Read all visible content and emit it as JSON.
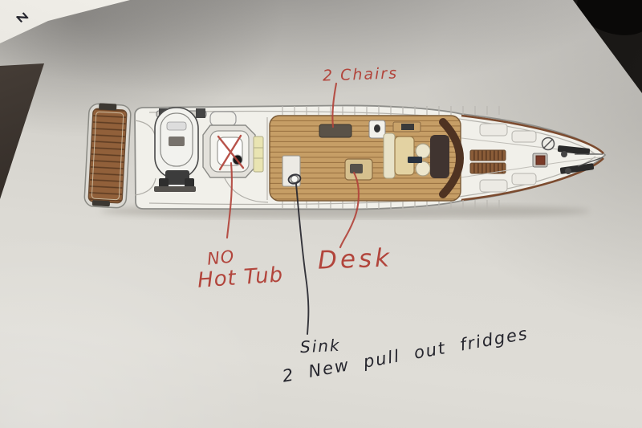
{
  "annotations": {
    "corner_mark": "Z",
    "chairs_label": "2 Chairs",
    "no_line": "NO",
    "hot_tub_line": "Hot Tub",
    "desk_label": "Desk",
    "sink_label": "Sink",
    "fridges_label": "2 New pull out fridges"
  },
  "ink_colors": {
    "red": "#b2453c",
    "black": "#26262e"
  }
}
